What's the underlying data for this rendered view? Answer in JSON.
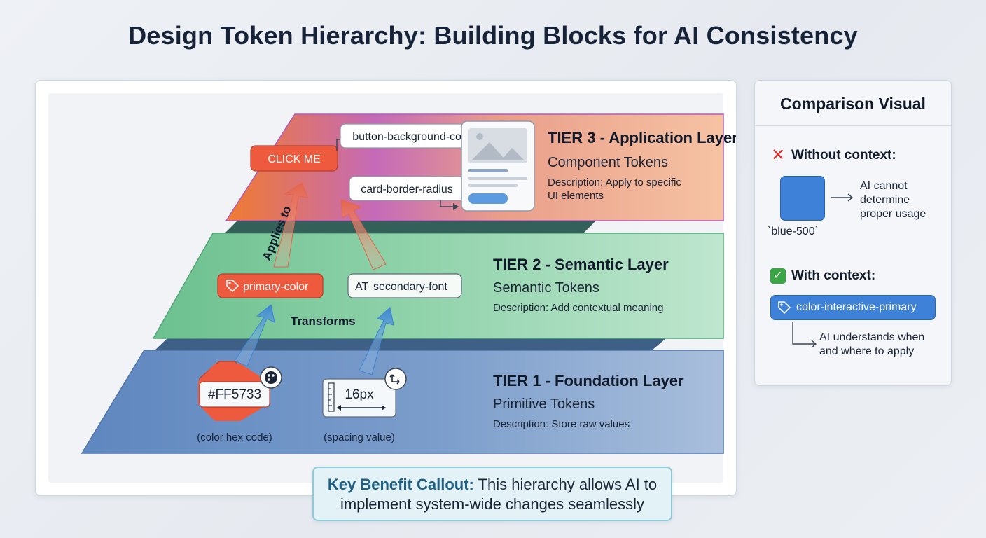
{
  "title": "Design Token Hierarchy: Building Blocks for AI Consistency",
  "tiers": {
    "tier3": {
      "heading": "TIER 3 - Application Layer",
      "subtitle": "Component Tokens",
      "desc_line1": "Description: Apply to specific",
      "desc_line2": "UI elements",
      "button_label": "CLICK ME",
      "token_a": "button-background-color",
      "token_b": "card-border-radius"
    },
    "tier2": {
      "heading": "TIER 2 - Semantic Layer",
      "subtitle": "Semantic Tokens",
      "desc": "Description: Add contextual meaning",
      "token_a": "primary-color",
      "token_b": "secondary-font",
      "token_b_icon_text": "AT"
    },
    "tier1": {
      "heading": "TIER 1 - Foundation Layer",
      "subtitle": "Primitive Tokens",
      "desc": "Description: Store raw values",
      "hex_value": "#FF5733",
      "hex_caption": "(color hex code)",
      "spacing_value": "16px",
      "spacing_caption": "(spacing value)"
    }
  },
  "arrow_labels": {
    "applies_to": "Applies to",
    "transforms": "Transforms"
  },
  "callout": {
    "lead": "Key Benefit Callout:",
    "text_part1": " This hierarchy allows AI to",
    "text_part2": "implement system-wide changes seamlessly"
  },
  "comparison": {
    "title": "Comparison Visual",
    "without_label": "Without context:",
    "swatch_caption": "`blue-500`",
    "without_note_1": "AI cannot",
    "without_note_2": "determine",
    "without_note_3": "proper usage",
    "with_label": "With context:",
    "token": "color-interactive-primary",
    "with_note_1": "AI understands when",
    "with_note_2": "and where to apply"
  },
  "colors": {
    "tier1": "#6f93c4",
    "tier2": "#8ed1a8",
    "tier3_left": "#f07b2f",
    "tier3_right": "#b167c8",
    "accent_orange": "#ef5a3c",
    "accent_blue": "#3d82d8"
  },
  "icons": [
    "tag-icon",
    "palette-icon",
    "ruler-icon",
    "expand-icon",
    "image-placeholder-icon",
    "x-mark-icon",
    "check-mark-icon",
    "arrow-right-icon"
  ]
}
